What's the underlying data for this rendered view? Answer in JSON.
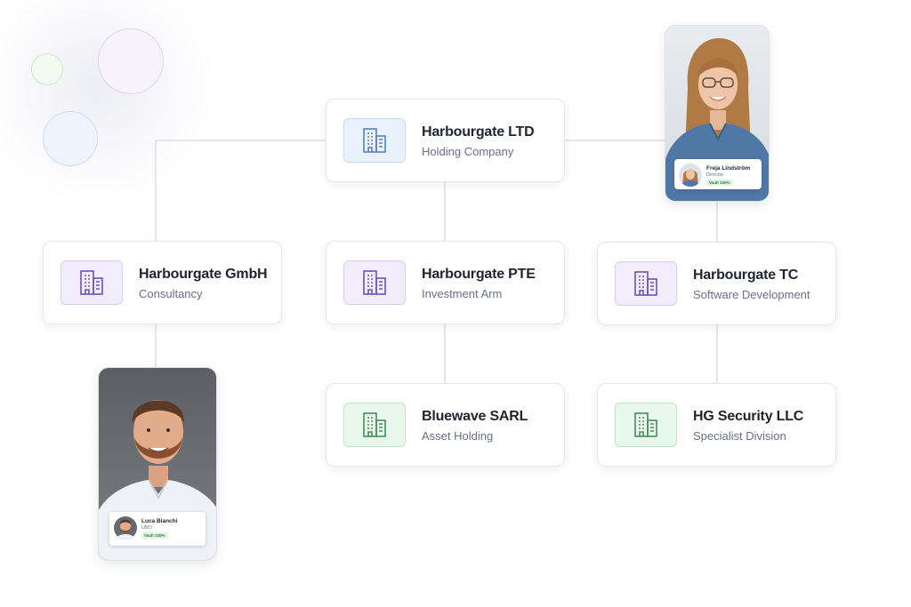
{
  "diagram": {
    "entities": [
      {
        "id": "ltd",
        "name": "Harbourgate LTD",
        "type": "Holding Company",
        "icon": "building-icon",
        "tint": "blue"
      },
      {
        "id": "gmbh",
        "name": "Harbourgate GmbH",
        "type": "Consultancy",
        "icon": "building-icon",
        "tint": "purple"
      },
      {
        "id": "pte",
        "name": "Harbourgate PTE",
        "type": "Investment Arm",
        "icon": "building-icon",
        "tint": "purple"
      },
      {
        "id": "tc",
        "name": "Harbourgate TC",
        "type": "Software Development",
        "icon": "building-icon",
        "tint": "purple"
      },
      {
        "id": "sarl",
        "name": "Bluewave SARL",
        "type": "Asset Holding",
        "icon": "building-icon",
        "tint": "green"
      },
      {
        "id": "security",
        "name": "HG Security LLC",
        "type": "Specialist Division",
        "icon": "building-icon",
        "tint": "green"
      }
    ],
    "people": [
      {
        "id": "freja",
        "name": "Freja Lindström",
        "role": "Director",
        "tag": "Vault 100%"
      },
      {
        "id": "luca",
        "name": "Luca Bianchi",
        "role": "UBO",
        "tag": "Vault 100%"
      }
    ]
  },
  "colors": {
    "blue_tint": "#e9f1fc",
    "purple_tint": "#f1edfd",
    "green_tint": "#e8f8ea",
    "connector": "#dedfe5",
    "title_text": "#1f2430",
    "subtitle_text": "#6a6f88"
  }
}
